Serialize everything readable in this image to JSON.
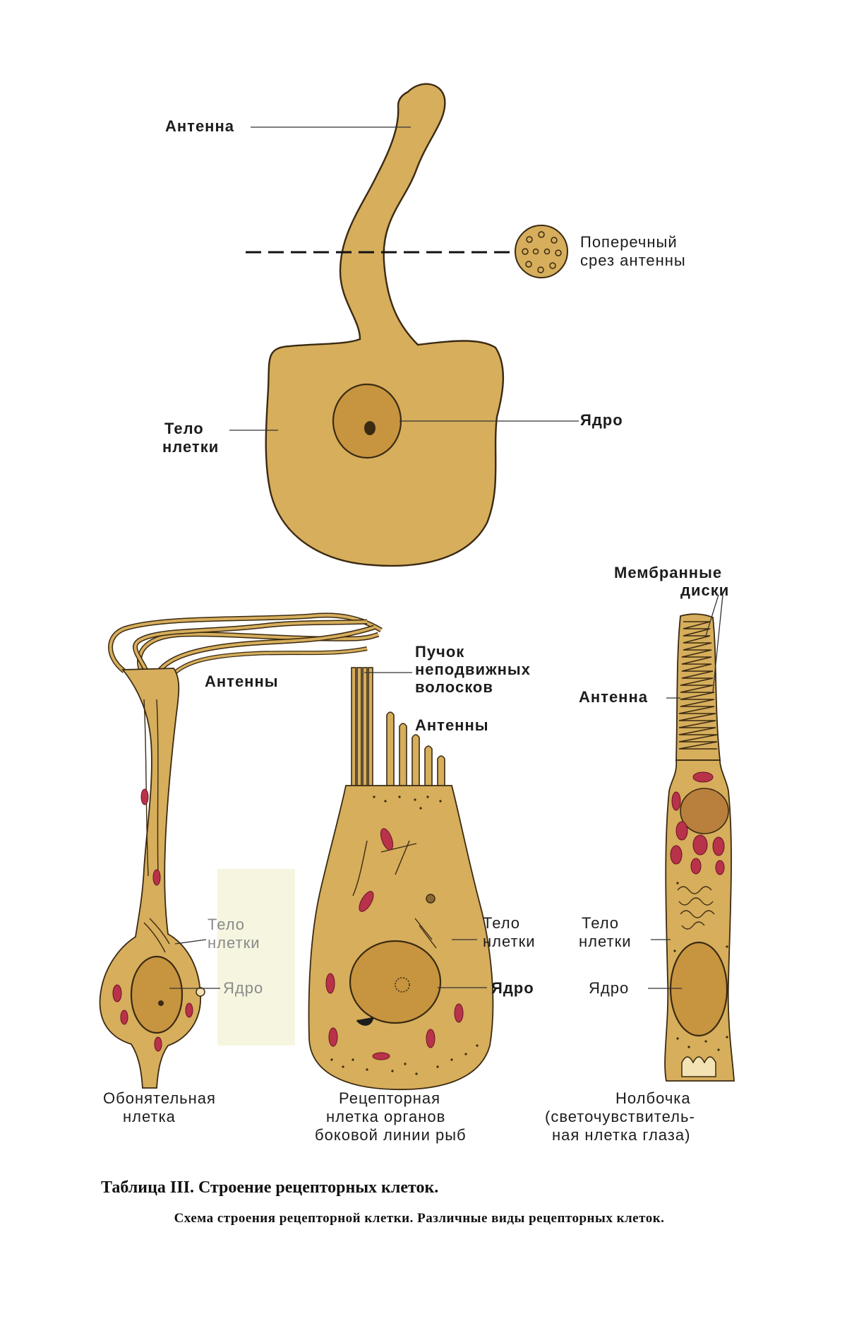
{
  "colors": {
    "cytoplasm": "#d6ae5c",
    "nucleus": "#c7953f",
    "mitochondria": "#b8324a",
    "outline": "#3b2a12"
  },
  "top_scheme": {
    "antenna": "Антенна",
    "cross_section_line1": "Поперечный",
    "cross_section_line2": "срез антенны",
    "body_line1": "Тело",
    "body_line2": "нлетки",
    "nucleus": "Ядро"
  },
  "olfactory": {
    "antennae": "Антенны",
    "body_line1": "Тело",
    "body_line2": "нлетки",
    "nucleus": "Ядро",
    "caption_line1": "Обонятельная",
    "caption_line2": "нлетка"
  },
  "lateral_line": {
    "bundle_line1": "Пучок",
    "bundle_line2": "неподвижных",
    "bundle_line3": "волосков",
    "antennae": "Антенны",
    "body_line1": "Тело",
    "body_line2": "нлетки",
    "nucleus": "Ядро",
    "caption_line1": "Рецепторная",
    "caption_line2": "нлетка органов",
    "caption_line3": "боковой линии рыб"
  },
  "cone": {
    "discs_line1": "Мембранные",
    "discs_line2": "диски",
    "antenna": "Антенна",
    "body_line1": "Тело",
    "body_line2": "нлетки",
    "nucleus": "Ядро",
    "caption_line1": "Нолбочка",
    "caption_line2": "(светочувствитель-",
    "caption_line3": "ная нлетка глаза)"
  },
  "caption": {
    "title": "Таблица III. Строение рецепторных клеток.",
    "text": "Схема строения рецепторной клетки. Различные виды рецепторных клеток."
  }
}
